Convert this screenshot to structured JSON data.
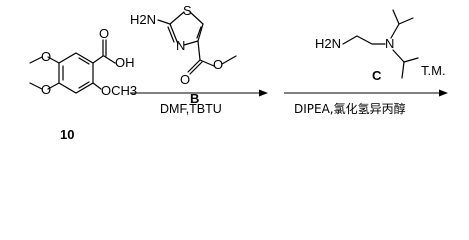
{
  "compound_10": {
    "label": "10",
    "substituents": {
      "acid": "OH",
      "carbonyl_o": "O",
      "methoxy_ring_o1": "O",
      "methoxy_ring_o2": "O",
      "methoxy_ortho": "OCH3"
    }
  },
  "compound_B": {
    "label": "B",
    "amine": "H2N",
    "ring_s": "S",
    "ring_n": "N",
    "ester_o1": "O",
    "ester_o2": "O"
  },
  "compound_C": {
    "label": "C",
    "amine": "H2N",
    "n": "N"
  },
  "arrow1": {
    "conditions_below": "DMF,TBTU"
  },
  "arrow2": {
    "conditions_below": "DIPEA,氯化氢异丙醇"
  },
  "product": {
    "label": "T.M."
  }
}
